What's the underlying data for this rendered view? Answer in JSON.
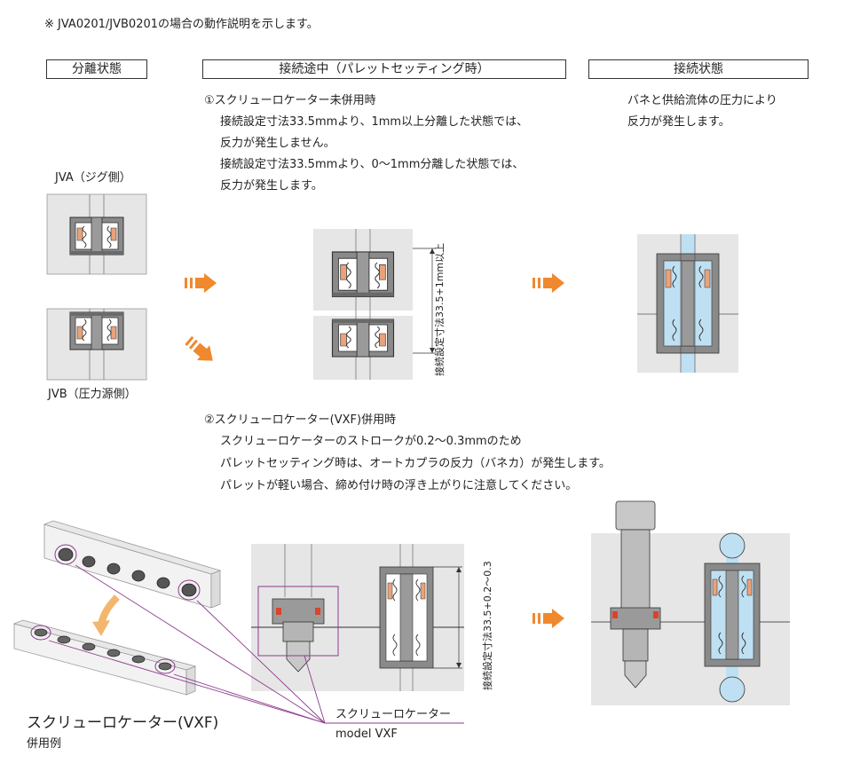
{
  "note": "※ JVA0201/JVB0201の場合の動作説明を示します。",
  "headers": {
    "separated": "分離状態",
    "connecting": "接続途中（パレットセッティング時）",
    "connected": "接続状態"
  },
  "case1": {
    "title": "①スクリューロケーター未併用時",
    "line1": "接続設定寸法33.5mmより、1mm以上分離した状態では、",
    "line2": "反力が発生しません。",
    "line3": "接続設定寸法33.5mmより、0〜1mm分離した状態では、",
    "line4": "反力が発生します。"
  },
  "connected_text": {
    "line1": "バネと供給流体の圧力により",
    "line2": "反力が発生します。"
  },
  "labels": {
    "jva": "JVA（ジグ側）",
    "jvb": "JVB（圧力源側）",
    "dim1": "接続設定寸法33.5+1mm以上",
    "dim2": "接続設定寸法33.5+0.2〜0.3"
  },
  "case2": {
    "title": "②スクリューロケーター(VXF)併用時",
    "line1": "スクリューロケーターのストロークが0.2〜0.3mmのため",
    "line2": "パレットセッティング時は、オートカプラの反力（バネカ）が発生します。",
    "line3": "パレットが軽い場合、締め付け時の浮き上がりに注意してください。"
  },
  "vxf_example": {
    "line1": "スクリューロケーター(VXF)",
    "line2": "併用例"
  },
  "vxf_callout": {
    "line1": "スクリューロケーター",
    "line2": "model VXF"
  },
  "colors": {
    "accent_orange": "#f0882e",
    "callout_purple": "#8e3a8e",
    "fluid_blue": "#bfe0f2",
    "body_gray": "#8a8a8a",
    "block_light": "#e6e6e6",
    "seal_copper": "#e9a27a"
  }
}
